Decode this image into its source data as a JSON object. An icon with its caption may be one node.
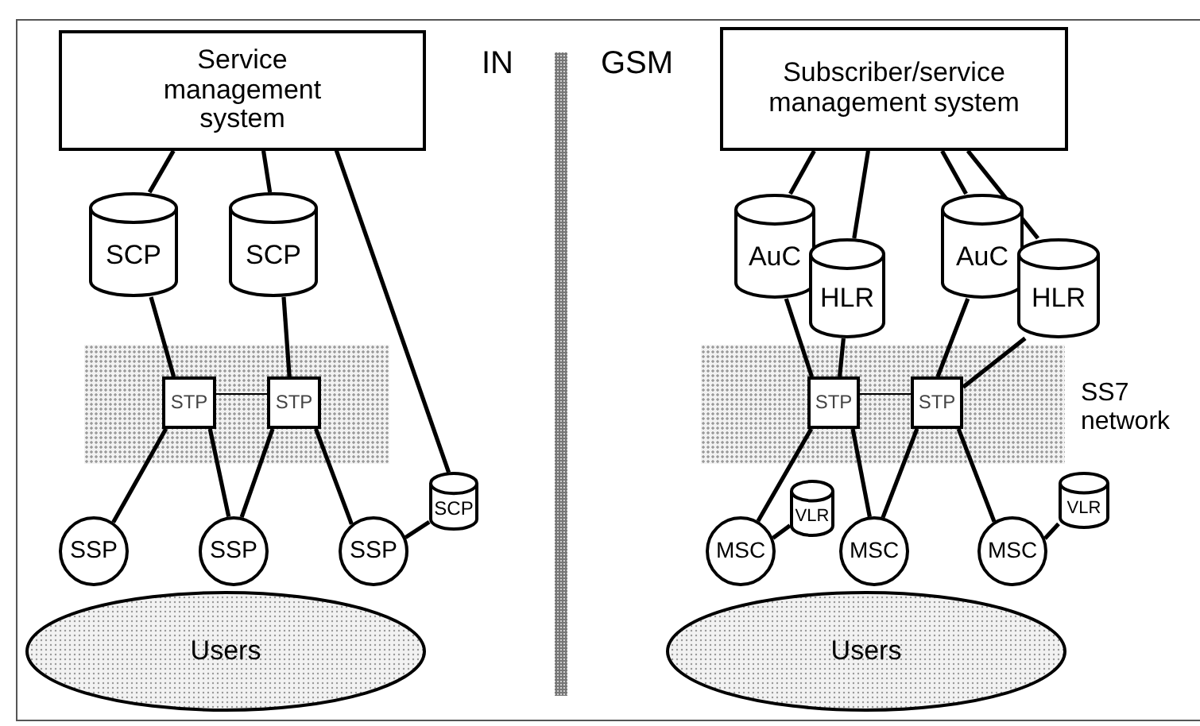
{
  "diagram": {
    "nodes": [
      {
        "text": [
          "Service management system"
        ]
      },
      {
        "text": [
          "SCP"
        ]
      },
      {
        "text": [
          "SCP"
        ]
      },
      {
        "text": [],
        "shape": "box"
      },
      {
        "text": [
          "STP"
        ],
        "in": 3
      },
      {
        "text": [
          "STP"
        ],
        "in": 3
      },
      {
        "text": [
          "SSP"
        ]
      },
      {
        "text": [
          "SSP"
        ]
      },
      {
        "text": [
          "SSP"
        ]
      },
      {
        "text": [
          "SCP"
        ]
      },
      {
        "text": [
          "Users"
        ]
      },
      {
        "text": [
          "Subscriber/service management system"
        ]
      },
      {
        "text": [
          "AuC"
        ]
      },
      {
        "text": [
          "HLR"
        ]
      },
      {
        "text": [
          "AuC"
        ]
      },
      {
        "text": [
          "HLR"
        ]
      },
      {
        "text": [
          "SS7 network"
        ]
      },
      {
        "text": [
          "STP"
        ],
        "in": 16
      },
      {
        "text": [
          "STP"
        ],
        "in": 16
      },
      {
        "text": [
          "MSC"
        ]
      },
      {
        "text": [
          "VLR"
        ]
      },
      {
        "text": [
          "MSC"
        ]
      },
      {
        "text": [
          "MSC"
        ]
      },
      {
        "text": [
          "VLR"
        ]
      },
      {
        "text": [
          "Users"
        ]
      }
    ],
    "edges": [
      {
        "from": 0,
        "to": 1,
        "arrow": "none"
      },
      {
        "from": 0,
        "to": 2,
        "arrow": "none"
      },
      {
        "from": 0,
        "to": 9,
        "arrow": "none"
      },
      {
        "from": 1,
        "to": 4,
        "arrow": "none"
      },
      {
        "from": 2,
        "to": 5,
        "arrow": "none"
      },
      {
        "from": 4,
        "to": 5,
        "arrow": "none"
      },
      {
        "from": 4,
        "to": 6,
        "arrow": "none"
      },
      {
        "from": 4,
        "to": 7,
        "arrow": "none"
      },
      {
        "from": 5,
        "to": 7,
        "arrow": "none"
      },
      {
        "from": 5,
        "to": 8,
        "arrow": "none"
      },
      {
        "from": 8,
        "to": 9,
        "arrow": "none"
      },
      {
        "from": 11,
        "to": 12,
        "arrow": "none"
      },
      {
        "from": 11,
        "to": 13,
        "arrow": "none"
      },
      {
        "from": 11,
        "to": 14,
        "arrow": "none"
      },
      {
        "from": 11,
        "to": 15,
        "arrow": "none"
      },
      {
        "from": 12,
        "to": 17,
        "arrow": "none"
      },
      {
        "from": 13,
        "to": 17,
        "arrow": "none"
      },
      {
        "from": 14,
        "to": 18,
        "arrow": "none"
      },
      {
        "from": 15,
        "to": 18,
        "arrow": "none"
      },
      {
        "from": 17,
        "to": 18,
        "arrow": "none"
      },
      {
        "from": 17,
        "to": 19,
        "arrow": "none"
      },
      {
        "from": 17,
        "to": 21,
        "arrow": "none"
      },
      {
        "from": 18,
        "to": 21,
        "arrow": "none"
      },
      {
        "from": 18,
        "to": 22,
        "arrow": "none"
      },
      {
        "from": 19,
        "to": 20,
        "arrow": "none"
      },
      {
        "from": 22,
        "to": 23,
        "arrow": "none"
      }
    ],
    "labels": [
      "IN",
      "GSM"
    ]
  }
}
